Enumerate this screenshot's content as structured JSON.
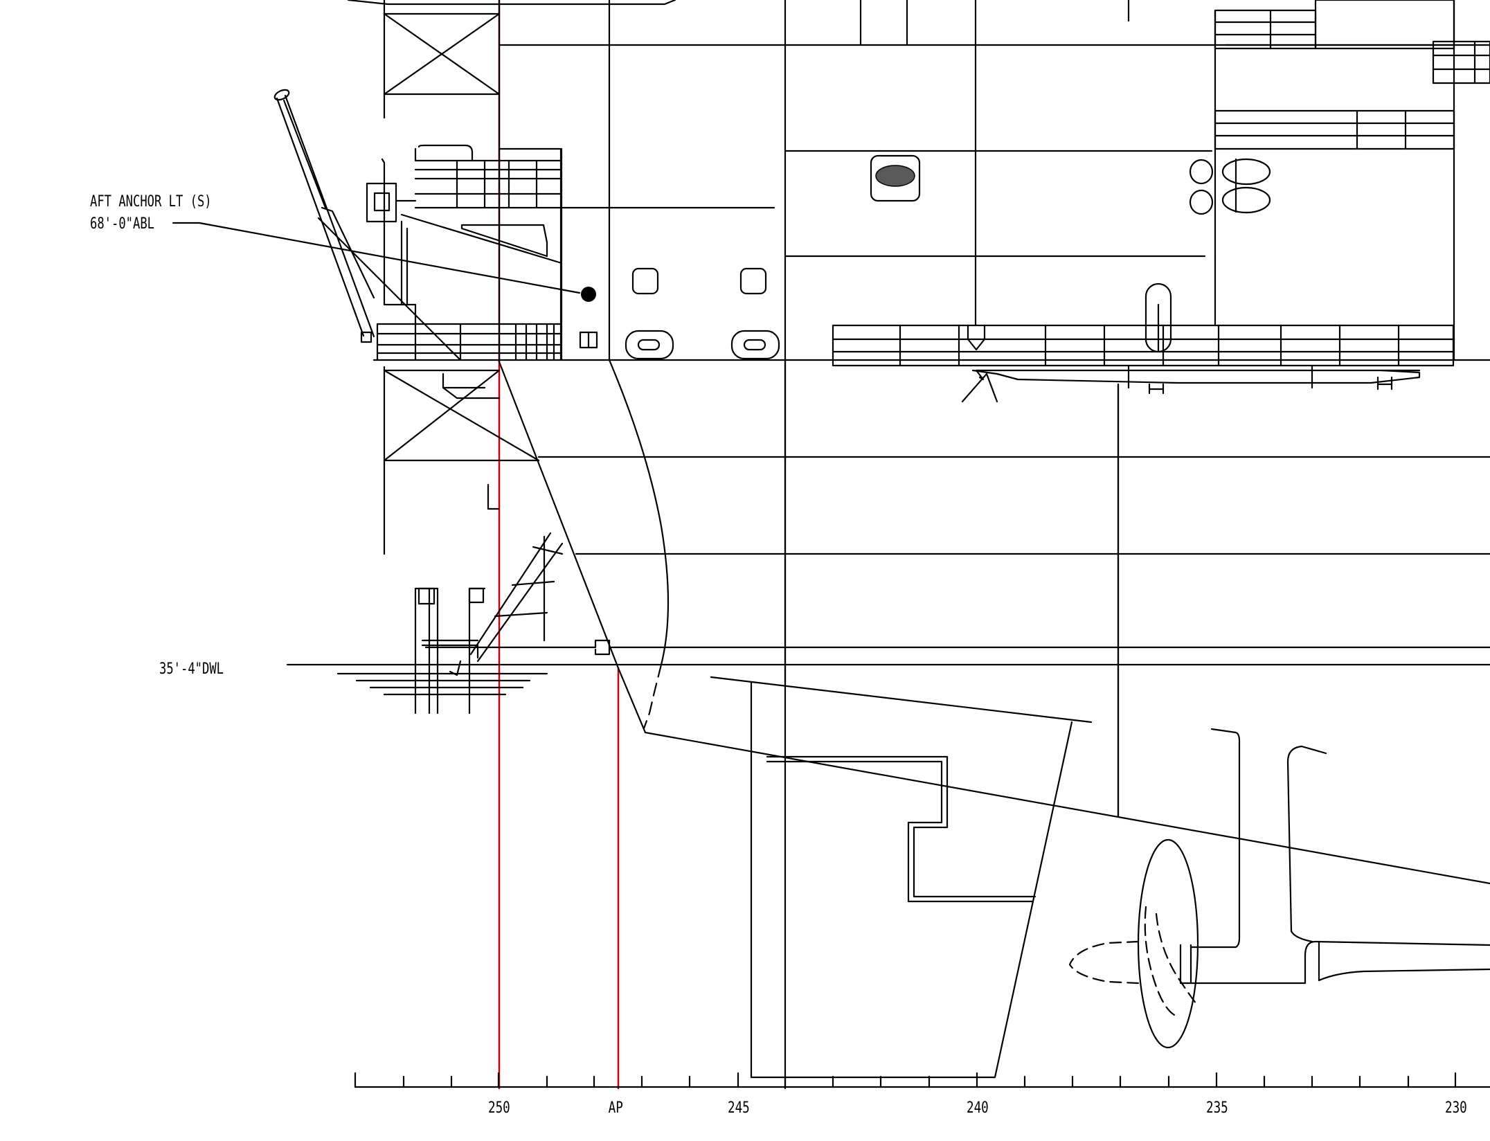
{
  "callouts": {
    "anchor_light_line1": "AFT ANCHOR LT (S)",
    "anchor_light_line2": "68'-0\"ABL",
    "waterline": "35'-4\"DWL"
  },
  "frame_scale": {
    "labels": [
      "250",
      "AP",
      "245",
      "240",
      "235",
      "230"
    ]
  },
  "colors": {
    "line": "#000000",
    "reference_line": "#cc0000",
    "background": "#ffffff"
  }
}
